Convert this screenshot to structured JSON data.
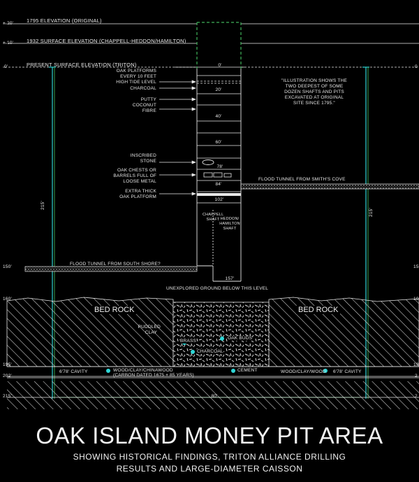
{
  "title": "OAK ISLAND MONEY PIT AREA",
  "subtitle_line1": "SHOWING HISTORICAL FINDINGS, TRITON ALLIANCE DRILLING",
  "subtitle_line2": "RESULTS AND LARGE-DIAMETER CAISSON",
  "elevations": {
    "e1795": "1795 ELEVATION (ORIGINAL)",
    "e1932": "1932 SURFACE ELEVATION (CHAPPELL-HEDDON/HAMILTON)",
    "present": "PRESENT SURFACE ELEVATION (TRITON)"
  },
  "left_scale": {
    "plus20": "+ 20'",
    "plus10": "+ 10'",
    "zero": "0'",
    "m150": "150'",
    "m160": "160'",
    "m195": "195'",
    "m202": "202'",
    "m215": "215'"
  },
  "right_scale": {
    "zero": "0",
    "r10": "10",
    "r15": "15",
    "r19": "19",
    "r20": "2",
    "r21": "2"
  },
  "labels": {
    "oak_platforms": "OAK PLATFORMS",
    "every_10": "EVERY 10 FEET",
    "high_tide": "HIGH TIDE LEVEL",
    "charcoal": "CHARCOAL",
    "putty": "PUTTY",
    "coconut": "COCONUT",
    "fibre": "FIBRE",
    "inscribed": "INSCRIBED",
    "stone": "STONE",
    "chests1": "OAK CHESTS OR",
    "chests2": "BARRELS FULL OF",
    "chests3": "LOOSE METAL",
    "thick1": "EXTRA THICK",
    "thick2": "OAK PLATFORM",
    "flood_smith": "FLOOD TUNNEL FROM SMITH'S COVE",
    "flood_south": "FLOOD TUNNEL FROM SOUTH SHORE?",
    "unexplored": "UNEXPLORED GROUND BELOW THIS LEVEL",
    "bedrock": "BED ROCK",
    "puddled1": "PUDDLED",
    "puddled2": "CLAY",
    "oak_buds": "OAK BUDS",
    "brass": "BRASS",
    "charcoal2": "CHARCOAL",
    "cement": "CEMENT",
    "cavity_left": "6'78' CAVITY",
    "cavity_right": "6'78' CAVITY",
    "wood_left": "WOOD/CLAY/CHINAWOOD",
    "carbon": "(CARBON DATED 1675 ± 85 YEARS)",
    "wood_right": "WOOD/CLAY/WOOD",
    "chappell": "CHAPPELL SHAFT",
    "heddon": "HEDDON/ HAMILTON SHAFT"
  },
  "note": {
    "l1": "\"ILLUSTRATION SHOWS THE",
    "l2": "TWO DEEPEST OF SOME",
    "l3": "DOZEN SHAFTS AND PITS",
    "l4": "EXCAVATED AT ORIGINAL",
    "l5": "SITE SINCE 1795.\""
  },
  "depths": {
    "d0": "0'",
    "d20": "20'",
    "d40": "40'",
    "d60": "60'",
    "d78": "78'",
    "d84": "84'",
    "d102": "102'",
    "d157": "157'",
    "d80": "80'",
    "d215l": "215'",
    "d215r": "215'"
  },
  "colors": {
    "background": "#000000",
    "line": "#e8e8e8",
    "cyan": "#2fd6d6",
    "green": "#3fb35a"
  }
}
